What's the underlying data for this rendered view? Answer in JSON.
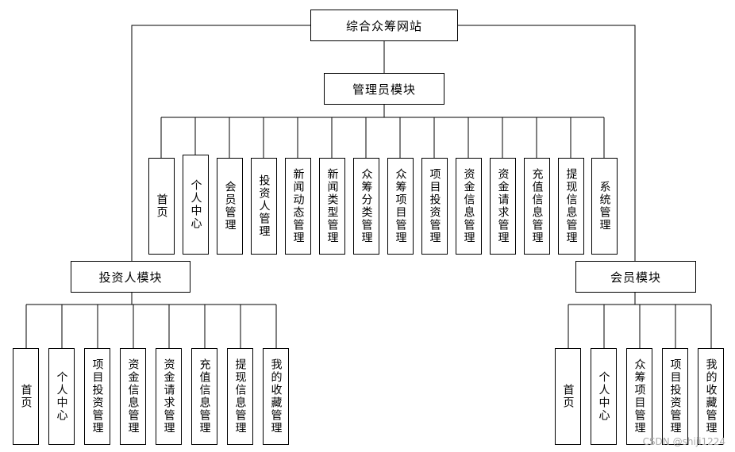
{
  "root": {
    "label": "综合众筹网站"
  },
  "admin": {
    "label": "管理员模块",
    "children": [
      "首页",
      "个人中心",
      "会员管理",
      "投资人管理",
      "新闻动态管理",
      "新闻类型管理",
      "众筹分类管理",
      "众筹项目管理",
      "项目投资管理",
      "资金信息管理",
      "资金请求管理",
      "充值信息管理",
      "提现信息管理",
      "系统管理"
    ]
  },
  "investor": {
    "label": "投资人模块",
    "children": [
      "首页",
      "个人中心",
      "项目投资管理",
      "资金信息管理",
      "资金请求管理",
      "充值信息管理",
      "提现信息管理",
      "我的收藏管理"
    ]
  },
  "member": {
    "label": "会员模块",
    "children": [
      "首页",
      "个人中心",
      "众筹项目管理",
      "项目投资管理",
      "我的收藏管理"
    ]
  },
  "watermark": "CSDN @shiji1224"
}
